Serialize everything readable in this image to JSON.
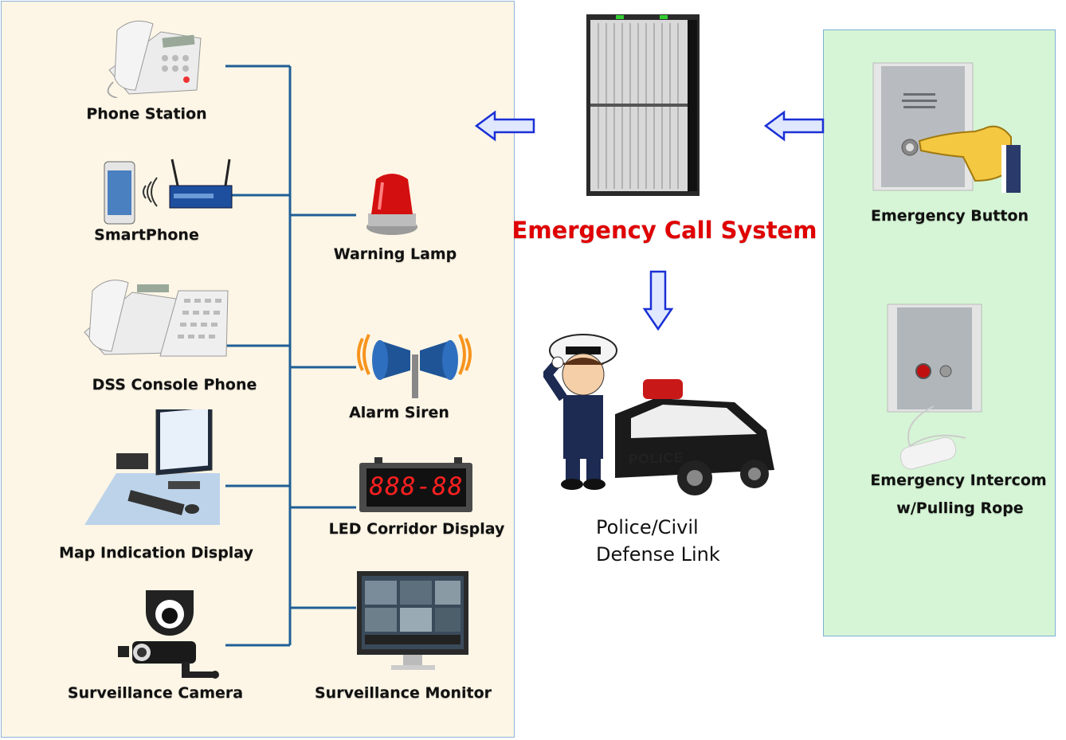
{
  "system": {
    "title": "Emergency Call System",
    "title_color": "#e00000"
  },
  "left_devices": [
    {
      "label": "Phone Station",
      "icon": "desk-phone-icon"
    },
    {
      "label": "SmartPhone",
      "icon": "smartphone-router-icon"
    },
    {
      "label": "DSS Console Phone",
      "icon": "dss-console-phone-icon"
    },
    {
      "label": "Map Indication Display",
      "icon": "computer-monitor-icon"
    },
    {
      "label": "Surveillance Camera",
      "icon": "surveillance-camera-icon"
    }
  ],
  "right_devices": [
    {
      "label": "Warning Lamp",
      "icon": "warning-lamp-icon"
    },
    {
      "label": "Alarm Siren",
      "icon": "alarm-siren-icon"
    },
    {
      "label": "LED Corridor Display",
      "icon": "led-display-icon",
      "display_text": "888-88"
    },
    {
      "label": "Surveillance Monitor",
      "icon": "surveillance-monitor-icon"
    }
  ],
  "inputs": [
    {
      "label": "Emergency Button",
      "icon": "emergency-button-icon"
    },
    {
      "label_line1": "Emergency Intercom",
      "label_line2": "w/Pulling Rope",
      "icon": "emergency-intercom-icon"
    }
  ],
  "police": {
    "label_line1": "Police/Civil",
    "label_line2": "Defense Link",
    "car_text": "POLICE",
    "icon": "police-car-icon"
  },
  "colors": {
    "left_panel": "#fdf6e6",
    "right_panel": "#d6f5d6",
    "bus_line": "#1f5f96",
    "arrow_fill": "#dfe8ff",
    "arrow_stroke": "#1a2fd6"
  }
}
